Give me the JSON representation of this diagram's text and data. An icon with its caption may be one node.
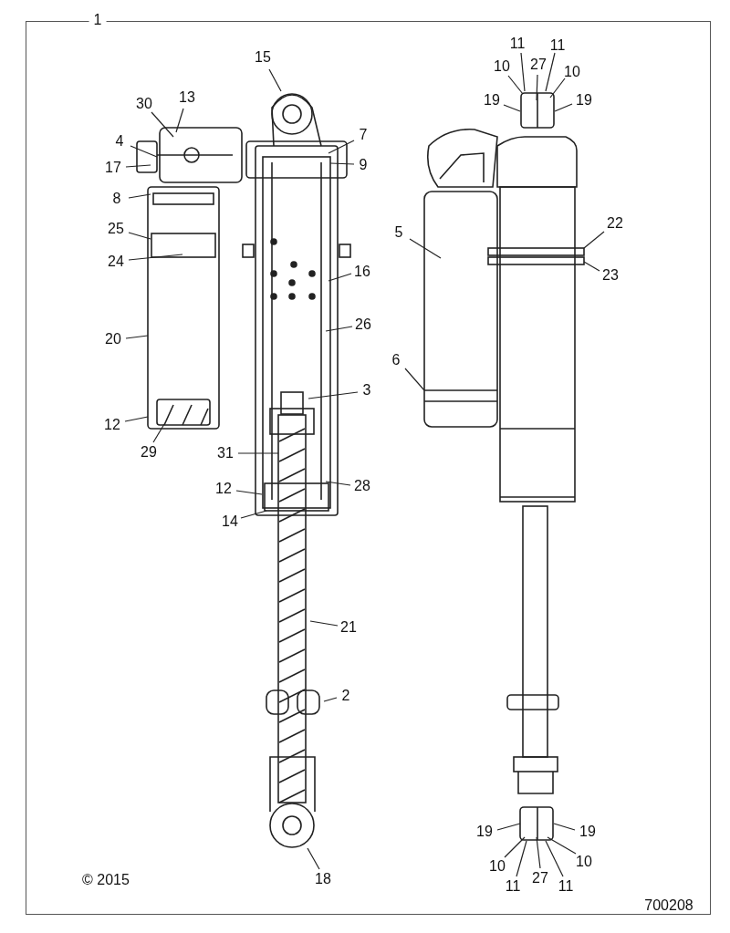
{
  "diagram": {
    "nodes": [
      {
        "text": [
          "15"
        ]
      },
      {
        "text": [
          "30"
        ]
      },
      {
        "text": [
          "13"
        ]
      },
      {
        "text": [
          "4"
        ]
      },
      {
        "text": [
          "17"
        ]
      },
      {
        "text": [
          "7"
        ]
      },
      {
        "text": [
          "9"
        ]
      },
      {
        "text": [
          "8"
        ]
      },
      {
        "text": [
          "25"
        ]
      },
      {
        "text": [
          "24"
        ]
      },
      {
        "text": [
          "20"
        ]
      },
      {
        "text": [
          "12"
        ]
      },
      {
        "text": [
          "29"
        ]
      },
      {
        "text": [
          "16"
        ]
      },
      {
        "text": [
          "26"
        ]
      },
      {
        "text": [
          "3"
        ]
      },
      {
        "text": [
          "31"
        ]
      },
      {
        "text": [
          "28"
        ]
      },
      {
        "text": [
          "12"
        ]
      },
      {
        "text": [
          "14"
        ]
      },
      {
        "text": [
          "21"
        ]
      },
      {
        "text": [
          "2"
        ]
      },
      {
        "text": [
          "18"
        ]
      },
      {
        "text": [
          "11"
        ]
      },
      {
        "text": [
          "11"
        ]
      },
      {
        "text": [
          "27"
        ]
      },
      {
        "text": [
          "10"
        ]
      },
      {
        "text": [
          "10"
        ]
      },
      {
        "text": [
          "19"
        ]
      },
      {
        "text": [
          "19"
        ]
      },
      {
        "text": [
          "5"
        ]
      },
      {
        "text": [
          "22"
        ]
      },
      {
        "text": [
          "23"
        ]
      },
      {
        "text": [
          "6"
        ]
      },
      {
        "text": [
          "19"
        ]
      },
      {
        "text": [
          "19"
        ]
      },
      {
        "text": [
          "10"
        ]
      },
      {
        "text": [
          "10"
        ]
      },
      {
        "text": [
          "11"
        ]
      },
      {
        "text": [
          "27"
        ]
      },
      {
        "text": [
          "11"
        ]
      }
    ],
    "edges": [
      {
        "from": 0,
        "to": null,
        "arrow": "none"
      },
      {
        "from": 1,
        "to": null,
        "arrow": "none"
      },
      {
        "from": 2,
        "to": null,
        "arrow": "none"
      },
      {
        "from": 3,
        "to": null,
        "arrow": "none"
      },
      {
        "from": 4,
        "to": null,
        "arrow": "none"
      },
      {
        "from": 5,
        "to": null,
        "arrow": "none"
      },
      {
        "from": 6,
        "to": null,
        "arrow": "none"
      },
      {
        "from": 7,
        "to": null,
        "arrow": "none"
      },
      {
        "from": 8,
        "to": null,
        "arrow": "none"
      },
      {
        "from": 9,
        "to": null,
        "arrow": "none"
      },
      {
        "from": 10,
        "to": null,
        "arrow": "none"
      },
      {
        "from": 11,
        "to": null,
        "arrow": "none"
      },
      {
        "from": 12,
        "to": null,
        "arrow": "none"
      },
      {
        "from": 13,
        "to": null,
        "arrow": "none"
      },
      {
        "from": 14,
        "to": null,
        "arrow": "none"
      },
      {
        "from": 15,
        "to": null,
        "arrow": "none"
      },
      {
        "from": 16,
        "to": null,
        "arrow": "none"
      },
      {
        "from": 17,
        "to": null,
        "arrow": "none"
      },
      {
        "from": 18,
        "to": null,
        "arrow": "none"
      },
      {
        "from": 19,
        "to": null,
        "arrow": "none"
      },
      {
        "from": 20,
        "to": null,
        "arrow": "none"
      },
      {
        "from": 21,
        "to": null,
        "arrow": "none"
      },
      {
        "from": 22,
        "to": null,
        "arrow": "none"
      },
      {
        "from": 23,
        "to": null,
        "arrow": "none"
      },
      {
        "from": 24,
        "to": null,
        "arrow": "none"
      },
      {
        "from": 25,
        "to": null,
        "arrow": "none"
      },
      {
        "from": 26,
        "to": null,
        "arrow": "none"
      },
      {
        "from": 27,
        "to": null,
        "arrow": "none"
      },
      {
        "from": 28,
        "to": null,
        "arrow": "none"
      },
      {
        "from": 29,
        "to": null,
        "arrow": "none"
      },
      {
        "from": 30,
        "to": null,
        "arrow": "none"
      },
      {
        "from": 31,
        "to": null,
        "arrow": "none"
      },
      {
        "from": 32,
        "to": null,
        "arrow": "none"
      },
      {
        "from": 33,
        "to": null,
        "arrow": "none"
      },
      {
        "from": 34,
        "to": null,
        "arrow": "none"
      },
      {
        "from": 35,
        "to": null,
        "arrow": "none"
      },
      {
        "from": 36,
        "to": null,
        "arrow": "none"
      },
      {
        "from": 37,
        "to": null,
        "arrow": "none"
      },
      {
        "from": 38,
        "to": null,
        "arrow": "none"
      },
      {
        "from": 39,
        "to": null,
        "arrow": "none"
      },
      {
        "from": 40,
        "to": null,
        "arrow": "none"
      }
    ],
    "labels": [
      "1",
      "© 2015",
      "700208"
    ]
  }
}
